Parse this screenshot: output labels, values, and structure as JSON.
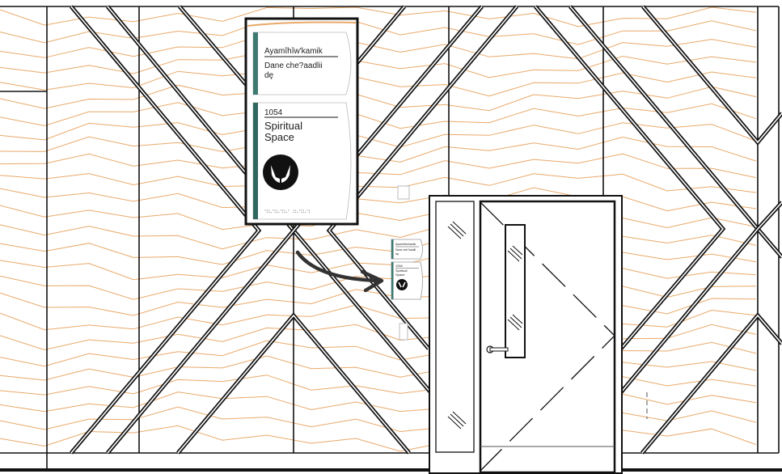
{
  "drawing": {
    "title": "Wall elevation with wayfinding signage",
    "colors": {
      "linework": "#111111",
      "wood_grain": "#e9a96a",
      "sign_accent": "#3d7a72",
      "background": "#ffffff"
    }
  },
  "sign": {
    "line1": "Ayamîhîw'kamik",
    "line2a": "Dane che?aadlii",
    "line2b": "dę",
    "room_number": "1054",
    "room_name_a": "Spiritual",
    "room_name_b": "Space",
    "pictogram": "open-hands-icon"
  }
}
